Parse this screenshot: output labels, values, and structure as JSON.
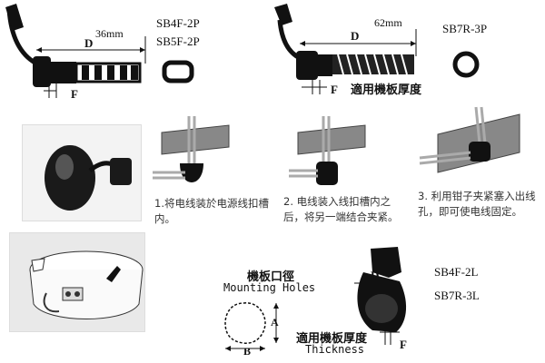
{
  "top_left": {
    "dim_length": "36mm",
    "dim_d": "D",
    "dim_f": "F",
    "model_1": "SB4F-2P",
    "model_2": "SB5F-2P"
  },
  "top_right": {
    "dim_length": "62mm",
    "dim_d": "D",
    "dim_f": "F",
    "model_1": "SB7R-3P",
    "thickness_caption": "適用機板厚度"
  },
  "steps": [
    {
      "number": "1.",
      "text": "将电线装於电源线扣槽内。"
    },
    {
      "number": "2.",
      "text": "电线装入线扣槽内之后，将另一端结合夹紧。"
    },
    {
      "number": "3.",
      "text": "利用钳子夹紧塞入出线孔，即可使电线固定。"
    }
  ],
  "bottom": {
    "mounting_title": "機板口徑",
    "mounting_title_en": "Mounting Holes",
    "dim_a": "A",
    "dim_b": "B",
    "thickness_title": "適用機板厚度",
    "thickness_title_en": "Thickness",
    "dim_d": "D",
    "dim_f": "F",
    "model_1": "SB4F-2L",
    "model_2": "SB7R-3L"
  }
}
